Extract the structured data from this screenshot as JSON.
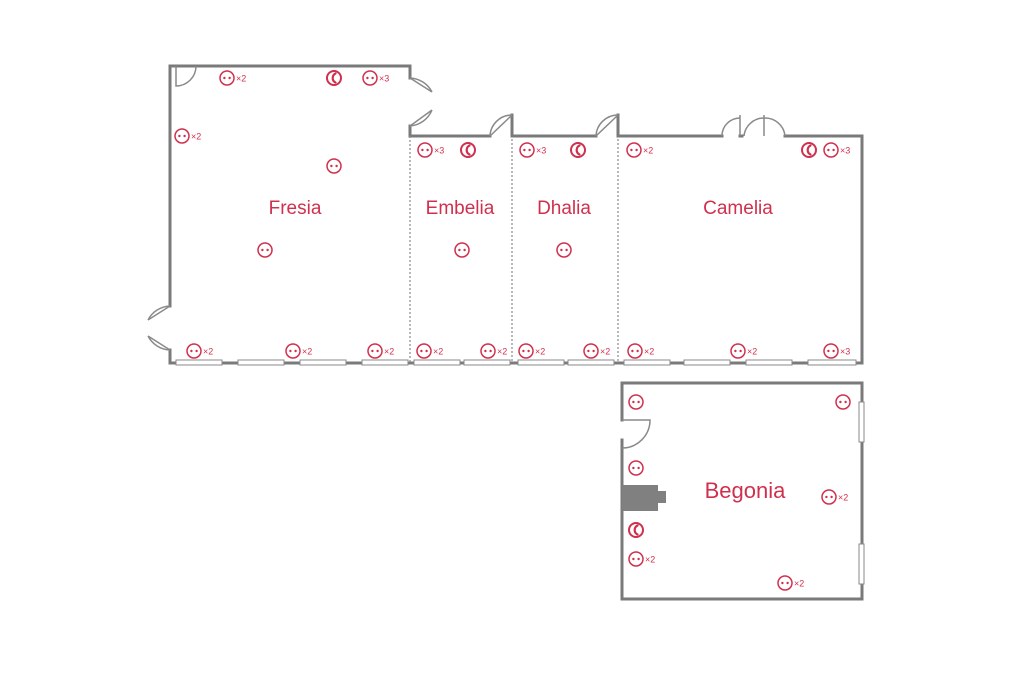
{
  "rooms": {
    "fresia": "Fresia",
    "embelia": "Embelia",
    "dhalia": "Dhalia",
    "camelia": "Camelia",
    "begonia": "Begonia"
  },
  "multipliers": {
    "x2": "×2",
    "x3": "×3"
  },
  "icons": {
    "socket": "power-socket-icon",
    "phone": "telephone-icon",
    "ac": "air-conditioner-unit"
  },
  "colors": {
    "accent": "#d0304d",
    "wall": "#7a7a7a"
  }
}
